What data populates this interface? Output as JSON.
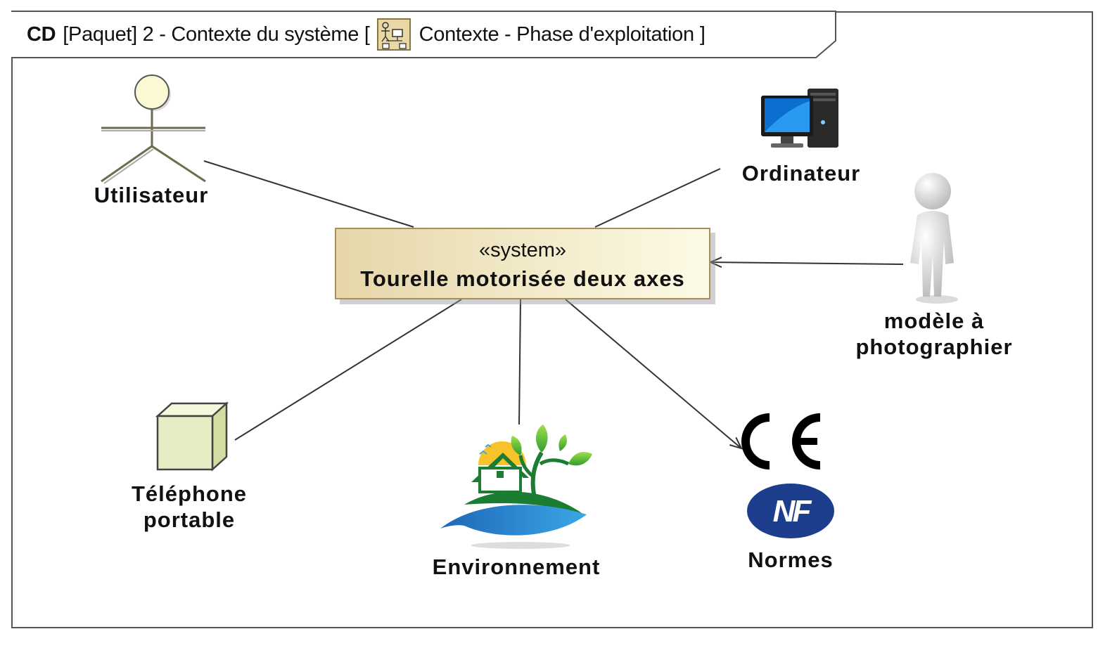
{
  "frame": {
    "kind": "CD",
    "bracket_text": "[Paquet] 2 - Contexte du système [",
    "diagram_name": "Contexte - Phase d'exploitation",
    "close_bracket": "]"
  },
  "system": {
    "stereotype": "«system»",
    "name": "Tourelle motorisée deux axes"
  },
  "elements": {
    "utilisateur": "Utilisateur",
    "ordinateur": "Ordinateur",
    "modele_line1": "modèle à",
    "modele_line2": "photographier",
    "telephone_line1": "Téléphone",
    "telephone_line2": "portable",
    "environnement": "Environnement",
    "normes": "Normes",
    "ce_mark": "CE",
    "nf_mark": "NF"
  },
  "icons": {
    "actor": "stick-figure-icon",
    "computer": "desktop-computer-icon",
    "person_3d": "3d-person-icon",
    "block": "cube-block-icon",
    "environment": "environment-logo-icon",
    "ce": "ce-mark-icon",
    "nf": "nf-mark-icon",
    "diagram": "diagram-icon"
  },
  "colors": {
    "system_fill_start": "#e6d6a8",
    "system_fill_end": "#fdfbe6",
    "system_border": "#a88e5c",
    "actor_head": "#fbf8d4",
    "block_fill": "#e8ecc4",
    "nf_blue": "#1d3e8c"
  }
}
